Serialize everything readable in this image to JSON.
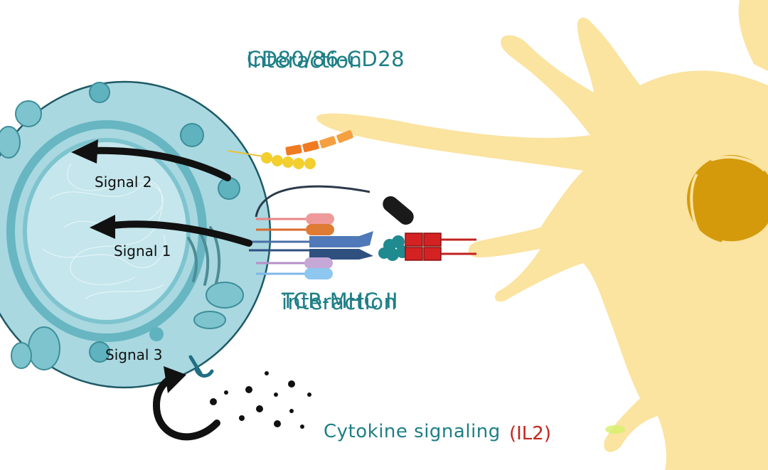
{
  "labels": {
    "costim_line1": "CD80/86-CD28",
    "costim_line2": "interaction",
    "tcr_line1": "TCR-MHC II",
    "tcr_line2": "interaction",
    "signal1": "Signal 1",
    "signal2": "Signal 2",
    "signal3": "Signal 3",
    "cytokine": "Cytokine signaling",
    "il2": "(IL2)"
  },
  "colors": {
    "t_cell_fill": "#a9d8e0",
    "t_cell_outline": "#1e5a66",
    "nucleus": "#7ec4cf",
    "dendritic_cell": "#fbe3a0",
    "dc_nucleus": "#d49a0c",
    "text_teal": "#1e7f86",
    "text_red": "#c2261e",
    "arrow": "#111111"
  }
}
